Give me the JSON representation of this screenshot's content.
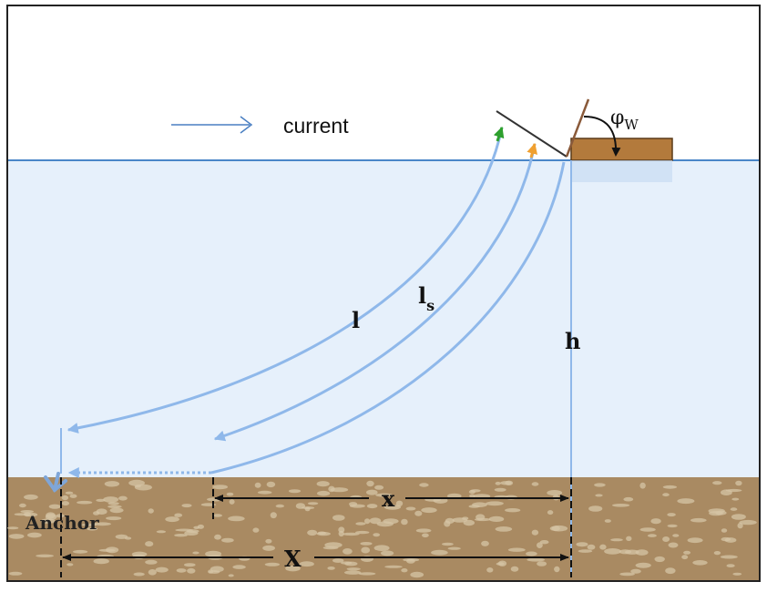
{
  "labels": {
    "current": "current",
    "phi": "φ",
    "phi_sub": "W",
    "l": "l",
    "ls": "l",
    "ls_sub": "s",
    "h": "h",
    "x": "x",
    "X": "X",
    "anchor": "Anchor"
  },
  "colors": {
    "sky": "#ffffff",
    "water": "#e6f0fb",
    "waterline": "#4a86c8",
    "seabed": "#a98a62",
    "pebble": "#d6c4a6",
    "cable": "#8fb8ea",
    "green_arrow": "#2ea02e",
    "orange_arrow": "#f0a030",
    "ship": "#b37a3c",
    "ship_border": "#5a3a18",
    "current_arrow": "#4a7fc2",
    "dim_line": "#111111"
  },
  "icons": {
    "anchor": "anchor-icon",
    "current": "right-arrow-icon"
  }
}
